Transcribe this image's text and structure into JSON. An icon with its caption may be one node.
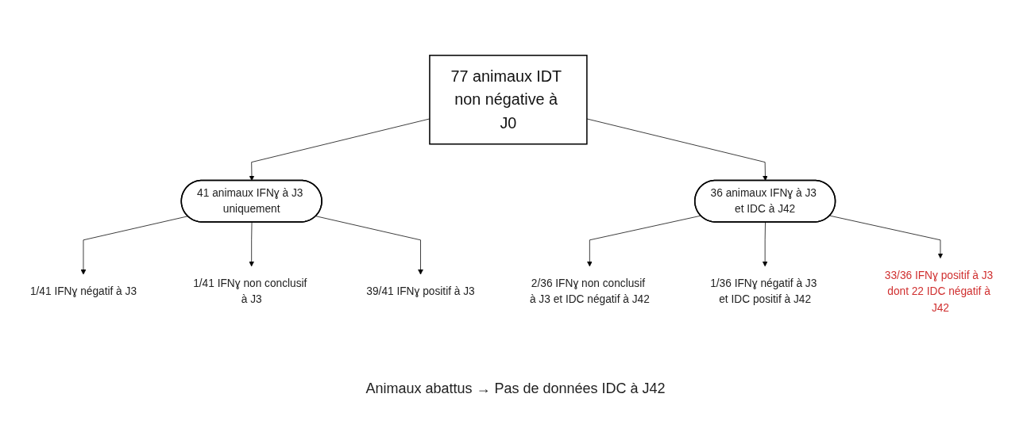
{
  "diagram": {
    "nodes": [
      {
        "text": [
          "77 animaux IDT non négative à J0"
        ]
      },
      {
        "text": [
          "41 animaux IFNɣ à J3 uniquement"
        ]
      },
      {
        "text": [
          "36 animaux IFNɣ à J3 et IDC à J42"
        ]
      },
      {
        "text": [
          "1/41 IFNɣ négatif à J3"
        ]
      },
      {
        "text": [
          "1/41 IFNɣ non conclusif à J3"
        ]
      },
      {
        "text": [
          "39/41 IFNɣ positif à J3"
        ]
      },
      {
        "text": [
          "2/36 IFNɣ non conclusif à J3 et IDC négatif à J42"
        ]
      },
      {
        "text": [
          "1/36 IFNɣ négatif à J3 et IDC positif à J42"
        ]
      },
      {
        "text": [
          "33/36 IFNɣ positif à J3 dont 22 IDC négatif à J42"
        ]
      }
    ],
    "edges": [
      {
        "from": 0,
        "to": 1,
        "arrow": "to"
      },
      {
        "from": 0,
        "to": 2,
        "arrow": "to"
      },
      {
        "from": 1,
        "to": 3,
        "arrow": "to"
      },
      {
        "from": 1,
        "to": 4,
        "arrow": "to"
      },
      {
        "from": 1,
        "to": 5,
        "arrow": "to"
      },
      {
        "from": 2,
        "to": 6,
        "arrow": "to"
      },
      {
        "from": 2,
        "to": 7,
        "arrow": "to"
      },
      {
        "from": 2,
        "to": 8,
        "arrow": "to"
      }
    ],
    "labels": [
      "Animaux abattus → Pas de données IDC à J42"
    ]
  }
}
